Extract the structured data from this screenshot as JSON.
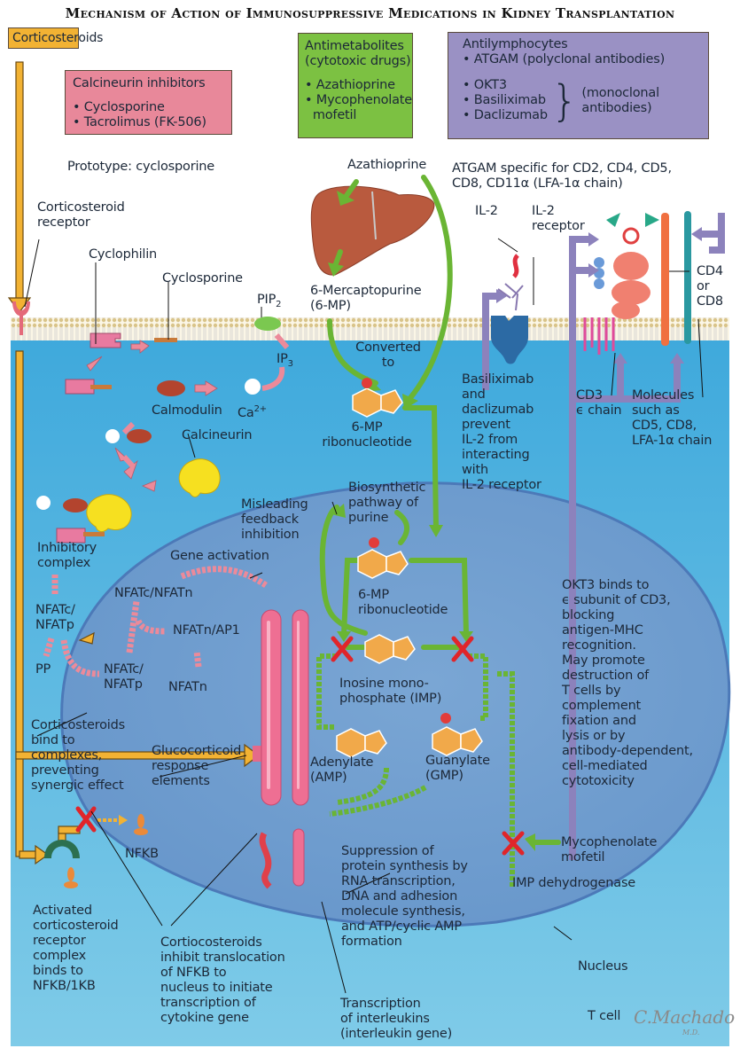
{
  "title": "Mechanism of Action of Immunosuppressive Medications in Kidney Transplantation",
  "colors": {
    "corticosteroid_orange": "#f2b233",
    "calcineurin_pink": "#e8889a",
    "antimetabolite_green": "#7cc142",
    "antilymphocyte_purple": "#9a91c4",
    "cytoplasm_blue": "#5fb8e0",
    "nucleus_blue": "#6b9fcf",
    "inhibit_red": "#e0252a"
  },
  "boxes": {
    "corticosteroids": {
      "label": "Corticosteroids"
    },
    "calcineurin": {
      "heading": "Calcineurin inhibitors",
      "items": [
        "• Cyclosporine",
        "• Tacrolimus (FK-506)"
      ],
      "note": "Prototype: cyclosporine"
    },
    "antimetabolites": {
      "heading1": "Antimetabolites",
      "heading2": "(cytotoxic drugs)",
      "items": [
        "• Azathioprine",
        "• Mycophenolate",
        "  mofetil"
      ]
    },
    "antilymphocytes": {
      "heading": "Antilymphocytes",
      "polyclonal": "• ATGAM (polyclonal antibodies)",
      "monoclonal_items": [
        "• OKT3",
        "• Basiliximab",
        "• Daclizumab"
      ],
      "monoclonal_note1": "(monoclonal",
      "monoclonal_note2": "antibodies)"
    }
  },
  "labels": {
    "corticosteroid_receptor": [
      "Corticosteroid",
      "receptor"
    ],
    "cyclophilin": "Cyclophilin",
    "cyclosporine": "Cyclosporine",
    "pip2": "PIP",
    "pip2_sub": "2",
    "ip3": "IP",
    "ip3_sub": "3",
    "calmodulin": "Calmodulin",
    "ca": "Ca",
    "ca_sup": "2+",
    "calcineurin": "Calcineurin",
    "inhibitory_complex": [
      "Inhibitory",
      "complex"
    ],
    "nfatc_nfatp_1": [
      "NFATc/",
      "NFATp"
    ],
    "pp": "PP",
    "nfatc_nfatp_2": [
      "NFATc/",
      "NFATp"
    ],
    "nfatc_nfatn": "NFATc/NFATn",
    "nfatn_ap1": "NFATn/AP1",
    "nfatn": "NFATn",
    "gene_activation": "Gene activation",
    "misleading_feedback": [
      "Misleading",
      "feedback",
      "inhibition"
    ],
    "corticosteroids_bind": [
      "Corticosteroids",
      "bind to",
      "complexes,",
      "preventing",
      "synergic effect"
    ],
    "glucocorticoid_response": [
      "Glucocorticoid",
      "response",
      "elements"
    ],
    "nfkb": "NFKB",
    "activated_receptor": [
      "Activated",
      "corticosteroid",
      "receptor",
      "complex",
      "binds to",
      "NFKB/1KB"
    ],
    "cortico_inhibit": [
      "Cortiocosteroids",
      "inhibit translocation",
      "of NFKB to",
      "nucleus to initiate",
      "transcription of",
      "cytokine gene"
    ],
    "transcription_interleukins": [
      "Transcription",
      "of interleukins",
      "(interleukin gene)"
    ],
    "azathioprine": "Azathioprine",
    "mercaptopurine": [
      "6-Mercaptopurine",
      "(6-MP)"
    ],
    "converted_to": [
      "Converted",
      "to"
    ],
    "mp_ribonucleotide_1": [
      "6-MP",
      "ribonucleotide"
    ],
    "biosynthetic": [
      "Biosynthetic",
      "pathway of",
      "purine"
    ],
    "mp_ribonucleotide_2": [
      "6-MP",
      "ribonucleotide"
    ],
    "imp": [
      "Inosine mono-",
      "phosphate (IMP)"
    ],
    "adenylate": [
      "Adenylate",
      "(AMP)"
    ],
    "guanylate": [
      "Guanylate",
      "(GMP)"
    ],
    "suppression": [
      "Suppression of",
      "protein synthesis by",
      "RNA transcription,",
      "DNA and adhesion",
      "molecule synthesis,",
      "and ATP/cyclic AMP",
      "formation"
    ],
    "mycophenolate": [
      "Mycophenolate",
      "mofetil"
    ],
    "imp_dehydrogenase": "IMP dehydrogenase",
    "nucleus": "Nucleus",
    "t_cell": "T cell",
    "atgam_specific": [
      "ATGAM specific for CD2, CD4, CD5,",
      "CD8, CD11α (LFA-1α chain)"
    ],
    "il2": "IL-2",
    "il2_receptor": [
      "IL-2",
      "receptor"
    ],
    "cd4_cd8": [
      "CD4",
      "or",
      "CD8"
    ],
    "basiliximab_note": [
      "Basiliximab",
      "and",
      "daclizumab",
      "prevent",
      "IL-2 from",
      "interacting",
      "with",
      "IL-2 receptor"
    ],
    "cd3_chain": [
      "CD3",
      "ϵ chain"
    ],
    "molecules_such_as": [
      "Molecules",
      "such as",
      "CD5, CD8,",
      "LFA-1α chain"
    ],
    "okt3_note": [
      "OKT3 binds to",
      "ϵ subunit of CD3,",
      "blocking",
      "antigen-MHC",
      "recognition.",
      "May promote",
      "destruction of",
      "T cells by",
      "complement",
      "fixation and",
      "lysis or by",
      "antibody-dependent,",
      "cell-mediated",
      "cytotoxicity"
    ]
  },
  "signature": {
    "name": "C.Machado",
    "suffix": "M.D."
  }
}
